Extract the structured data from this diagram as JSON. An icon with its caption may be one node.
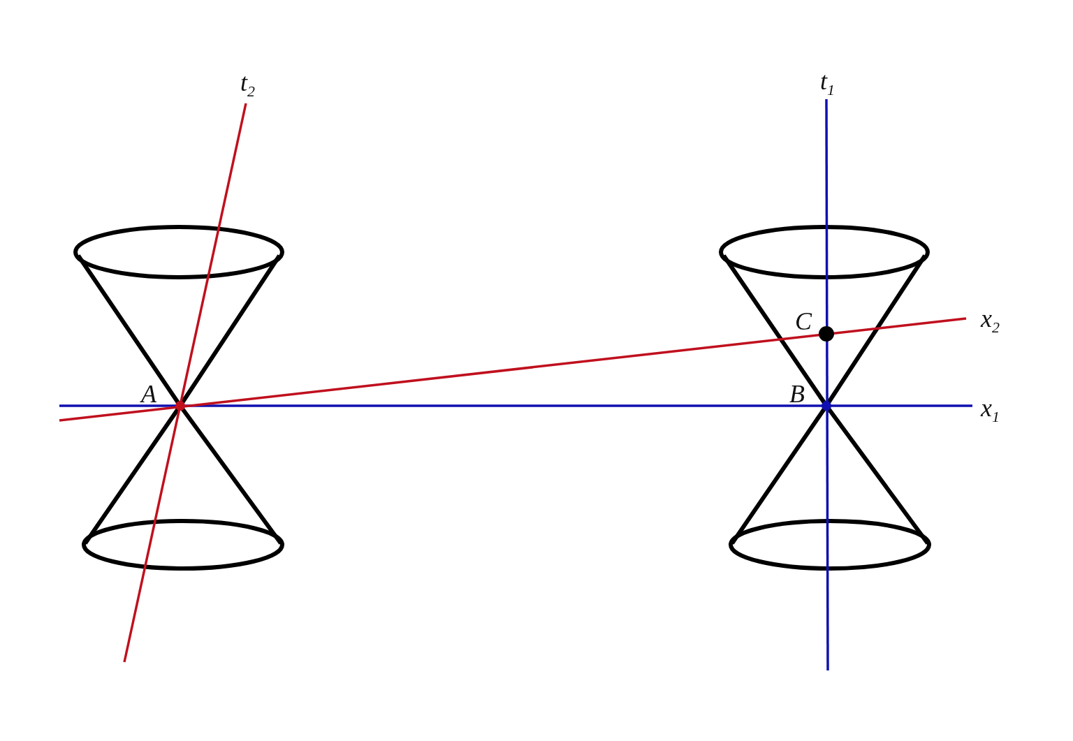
{
  "diagram": {
    "labels": [
      "t$_{2}$",
      "t$_{1}$",
      "C",
      "x$_{2}$",
      "A",
      "B",
      "x$_{1}$"
    ]
  }
}
